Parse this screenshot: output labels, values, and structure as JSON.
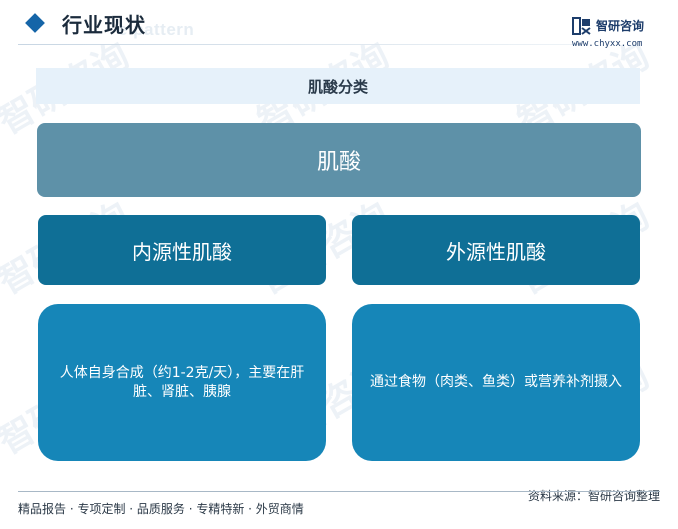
{
  "header": {
    "title": "行业现状",
    "watermark_text": "e pattern"
  },
  "logo": {
    "name": "智研咨询",
    "url": "www.chyxx.com"
  },
  "background_watermark": "智研咨询",
  "banner": {
    "title": "肌酸分类"
  },
  "diagram": {
    "root": "肌酸",
    "branches": [
      {
        "label": "内源性肌酸",
        "description": "人体自身合成（约1-2克/天），主要在肝脏、肾脏、胰腺"
      },
      {
        "label": "外源性肌酸",
        "description": "通过食物（肉类、鱼类）或营养补剂摄入"
      }
    ]
  },
  "footer": {
    "tags": "精品报告 · 专项定制 · 品质服务 · 专精特新 · 外贸商情",
    "source": "资料来源：智研咨询整理"
  },
  "colors": {
    "root_box": "#5e91a8",
    "level2_box": "#0f6f96",
    "level3_box": "#1686b8",
    "banner_bg": "#e6f1fa",
    "accent": "#1565a8"
  }
}
